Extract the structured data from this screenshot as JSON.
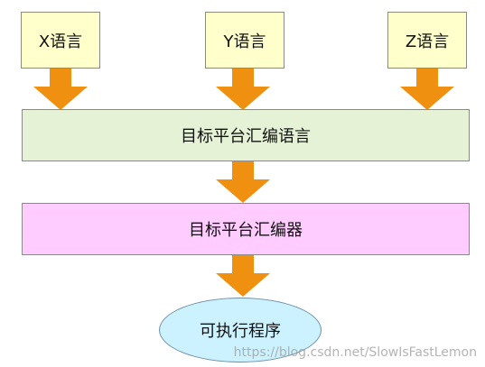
{
  "colors": {
    "language_box_fill": "#ffffcc",
    "assembly_language_fill": "#e6f2d6",
    "assembler_fill": "#ffccff",
    "executable_fill": "#ccf2ff",
    "arrow_fill": "#f09010"
  },
  "sources": [
    {
      "label": "X语言"
    },
    {
      "label": "Y语言"
    },
    {
      "label": "Z语言"
    }
  ],
  "assembly_language": {
    "label": "目标平台汇编语言"
  },
  "assembler": {
    "label": "目标平台汇编器"
  },
  "executable": {
    "label": "可执行程序"
  },
  "watermark": "https://blog.csdn.net/SlowIsFastLemon"
}
